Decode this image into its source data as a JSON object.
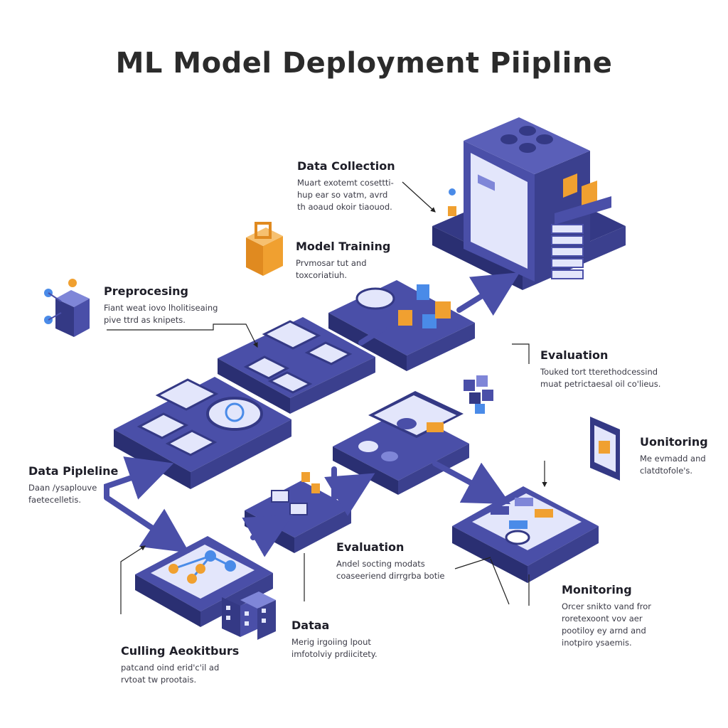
{
  "title": "ML Model Deployment Piipline",
  "labels": {
    "data_collection": {
      "heading": "Data Collection",
      "lines": [
        "Muart exotemt cosettti-",
        "hup ear so vatm, avrd",
        "th aoaud okoir tiaouod."
      ]
    },
    "model_training": {
      "heading": "Model Training",
      "lines": [
        "Prvmosar tut and",
        "toxcoriatiuh."
      ]
    },
    "preprocessing": {
      "heading": "Preprocesing",
      "lines": [
        "Fiant weat iovo lholitiseaing",
        "pive ttrd as knipets."
      ]
    },
    "evaluation_top": {
      "heading": "Evaluation",
      "lines": [
        "Touked tort tterethodcessind",
        "muat petrictaesal oil co'lieus."
      ]
    },
    "monitoring_top": {
      "heading": "Uonitoring",
      "lines": [
        "Me evmadd and",
        "clatdtofole's."
      ]
    },
    "data_pipeline": {
      "heading": "Data Pipleline",
      "lines": [
        "Daan /ysaplouve",
        "faetecelletis."
      ]
    },
    "evaluation_mid": {
      "heading": "Evaluation",
      "lines": [
        "Andel socting modats",
        "coaseeriend dirrgrba botie"
      ]
    },
    "monitoring_bottom": {
      "heading": "Monitoring",
      "lines": [
        "Orcer snikto vand fror",
        "roretexoont vov aer",
        "pootiloy ey arnd and",
        "inotpiro ysaemis."
      ]
    },
    "data_bottom": {
      "heading": "Dataa",
      "lines": [
        "Merig irgoiing lpout",
        "imfotolviy prdiicitety."
      ]
    },
    "culling": {
      "heading": "Culling Aeokitburs",
      "lines": [
        "patcand oind erid'c'il ad",
        "rvtoat tw prootais."
      ]
    }
  },
  "colors": {
    "accent": "#4a4fa8",
    "accent_dark": "#343985",
    "accent_light": "#7f86d8",
    "orange": "#f0a030",
    "blue": "#4a8be8"
  }
}
